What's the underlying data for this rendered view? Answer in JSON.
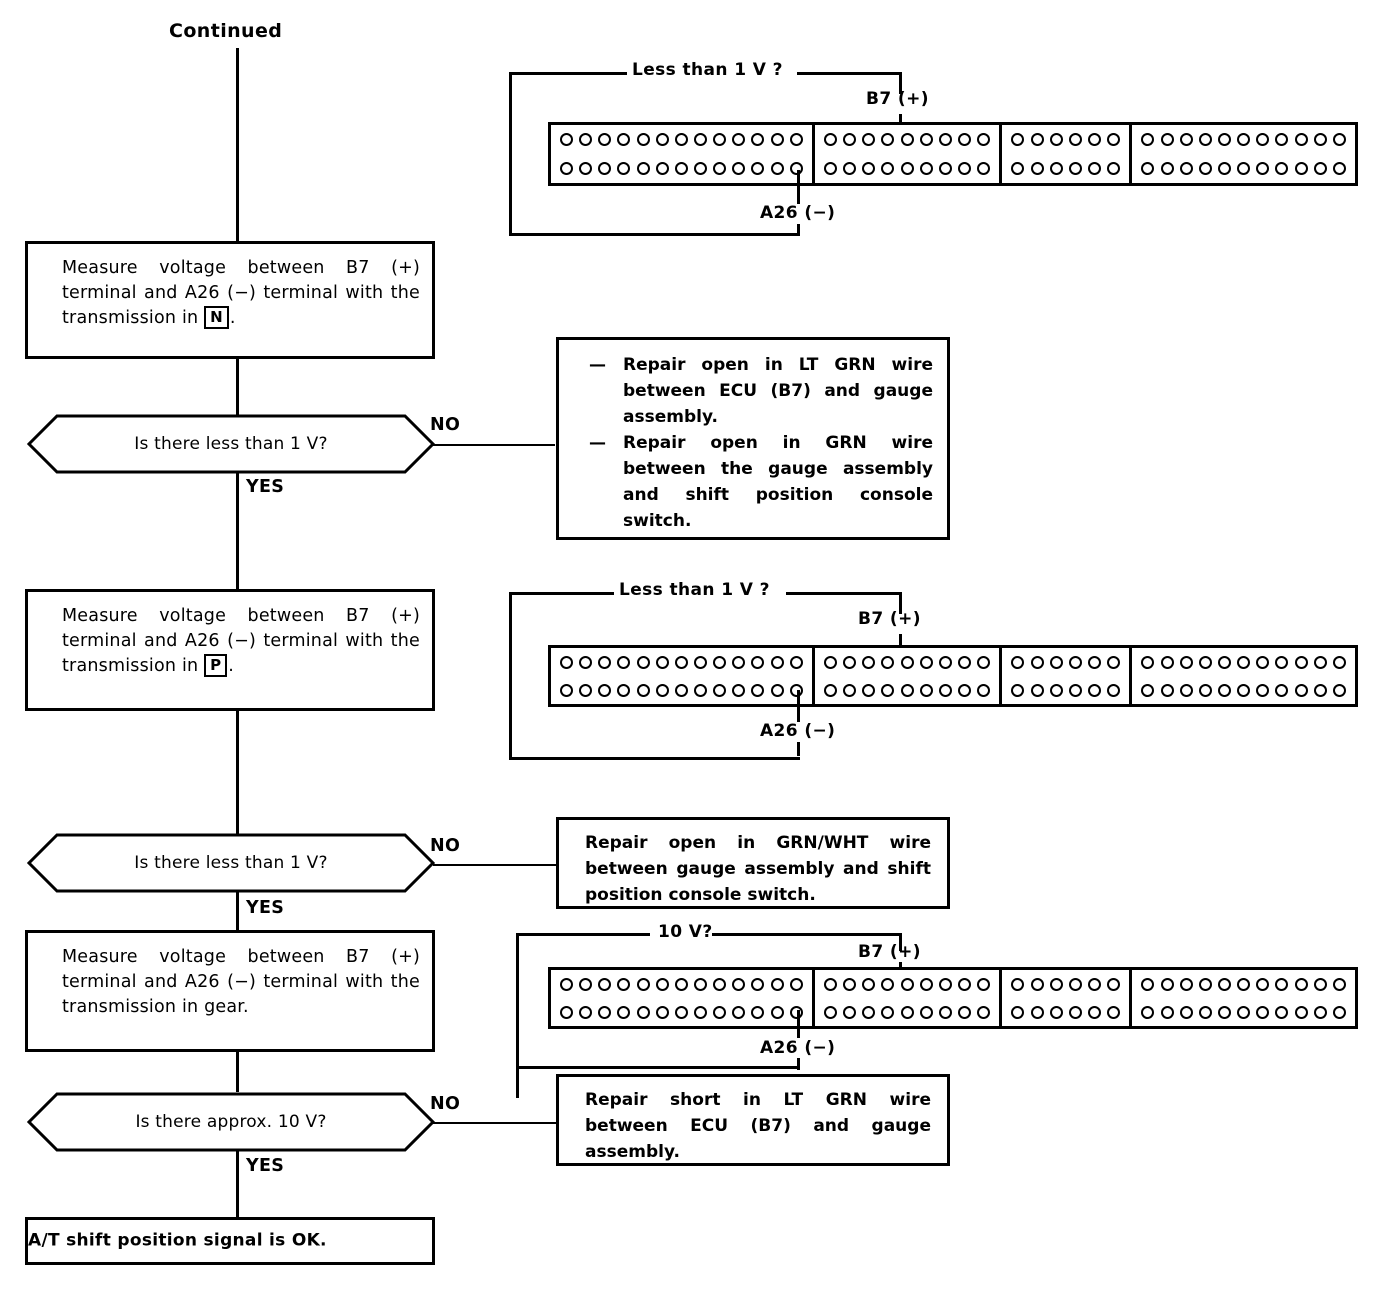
{
  "diagram": {
    "title": "A/T shift position signal troubleshooting flowchart",
    "start_label": "Continued",
    "line_color": "#000000",
    "background": "#ffffff"
  },
  "steps": {
    "measure_n": "Measure voltage between B7 (+) terminal and A26 (−) terminal with the transmission in",
    "measure_n_gear": "N",
    "measure_n_end": ".",
    "measure_p": "Measure voltage between B7 (+) terminal and A26 (−) terminal with the transmission in",
    "measure_p_gear": "P",
    "measure_p_end": ".",
    "measure_gear": "Measure voltage between B7 (+) terminal and A26 (−) terminal with the transmission in gear."
  },
  "decisions": {
    "d1": {
      "question": "Is there less than 1 V?",
      "yes": "YES",
      "no": "NO"
    },
    "d2": {
      "question": "Is there less than 1 V?",
      "yes": "YES",
      "no": "NO"
    },
    "d3": {
      "question": "Is there approx. 10 V?",
      "yes": "YES",
      "no": "NO"
    }
  },
  "repairs": {
    "r1": {
      "bullets": [
        "Repair open in LT GRN wire between ECU (B7) and gauge assembly.",
        "Repair open in GRN wire between the gauge assembly and shift position console switch."
      ],
      "dash": "—"
    },
    "r2": {
      "text": "Repair open in GRN/WHT wire between gauge assembly and shift position console switch."
    },
    "r3": {
      "text": "Repair short in LT GRN wire between ECU (B7) and gauge assembly."
    }
  },
  "result": {
    "text": "A/T shift position signal is OK."
  },
  "connectors": [
    {
      "id": "connector-1",
      "bracket_label": "Less than 1 V ?",
      "positive_label": "B7 (+)",
      "negative_label": "A26 (−)",
      "segments": [
        13,
        9,
        6,
        11
      ],
      "rows": 2
    },
    {
      "id": "connector-2",
      "bracket_label": "Less than 1 V ?",
      "positive_label": "B7 (+)",
      "negative_label": "A26 (−)",
      "segments": [
        13,
        9,
        6,
        11
      ],
      "rows": 2
    },
    {
      "id": "connector-3",
      "bracket_label": "10 V?",
      "positive_label": "B7 (+)",
      "negative_label": "A26 (−)",
      "segments": [
        13,
        9,
        6,
        11
      ],
      "rows": 2
    }
  ]
}
